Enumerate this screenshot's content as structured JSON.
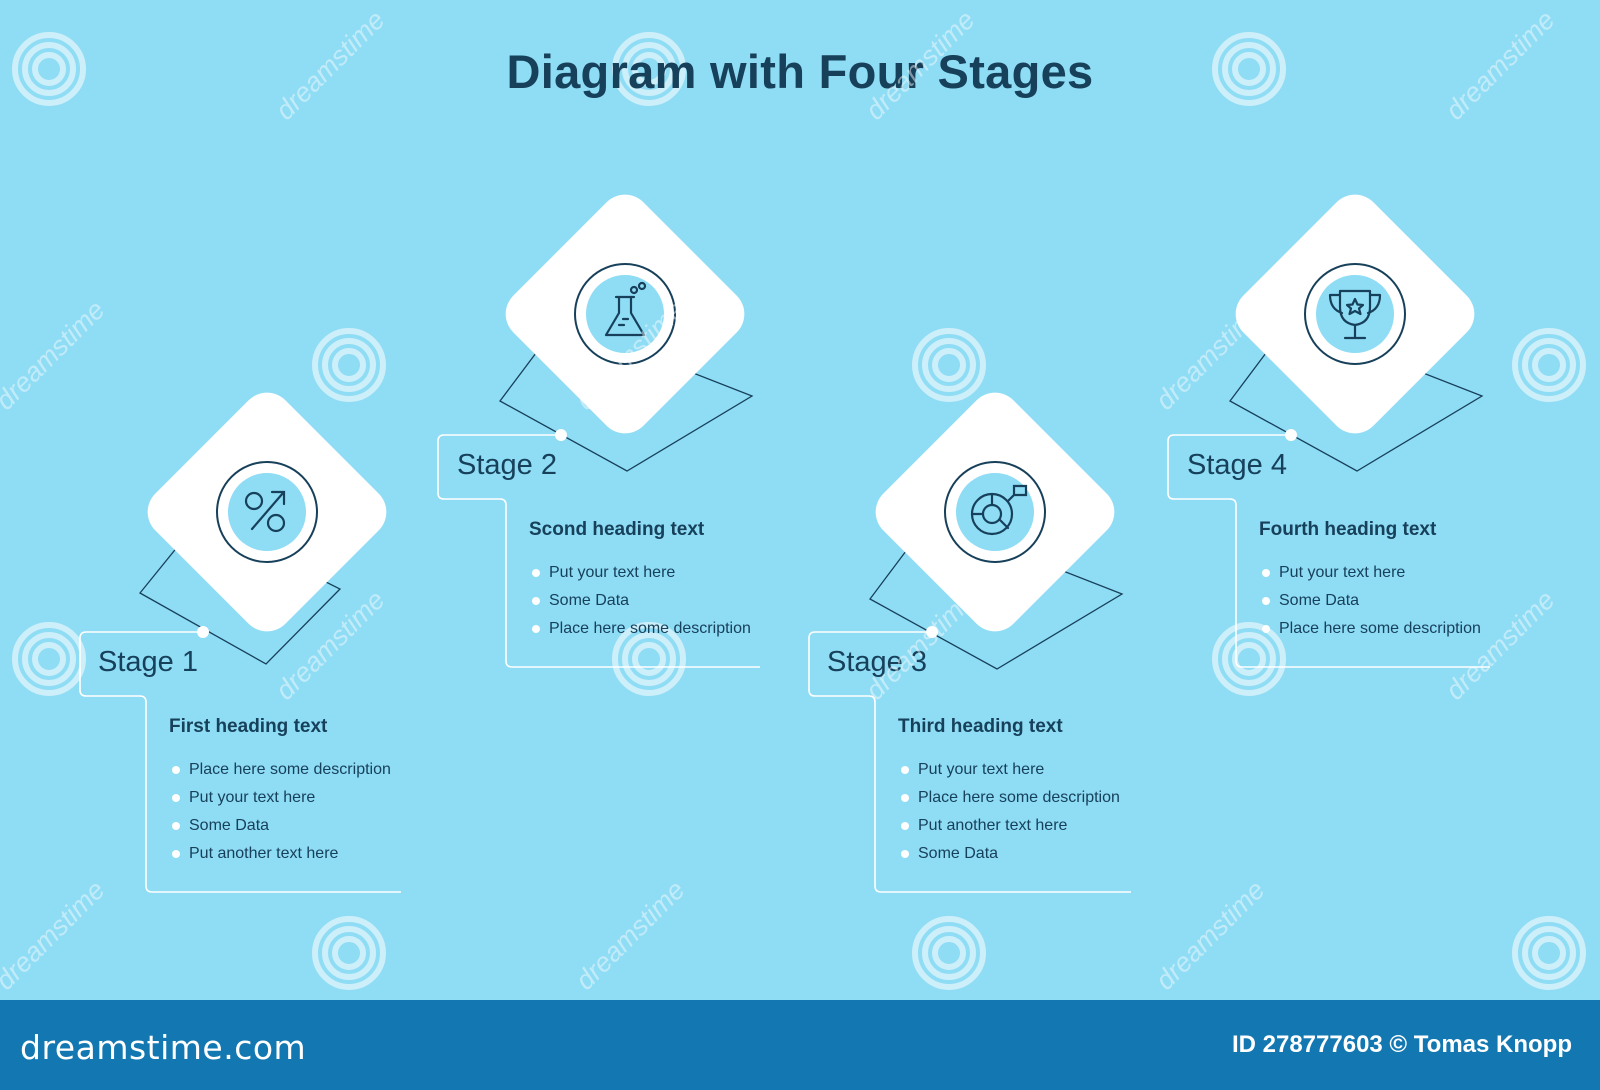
{
  "title": "Diagram with Four Stages",
  "stages": [
    {
      "label": "Stage 1",
      "heading": "First heading text",
      "bullets": [
        "Place here some description",
        "Put your text here",
        "Some Data",
        "Put another text here"
      ],
      "icon": "percent-arrow-icon"
    },
    {
      "label": "Stage 2",
      "heading": "Scond heading text",
      "bullets": [
        "Put your text here",
        "Some Data",
        "Place here some description"
      ],
      "icon": "flask-icon"
    },
    {
      "label": "Stage 3",
      "heading": "Third heading text",
      "bullets": [
        "Put your text here",
        "Place here some description",
        "Put another text here",
        "Some Data"
      ],
      "icon": "ring-chart-icon"
    },
    {
      "label": "Stage 4",
      "heading": "Fourth heading text",
      "bullets": [
        "Put your text here",
        "Some Data",
        "Place here some description"
      ],
      "icon": "trophy-icon"
    }
  ],
  "watermark": {
    "text": "dreamstime",
    "site": "dreamstime.com",
    "credit": "ID 278777603 © Tomas Knopp"
  },
  "colors": {
    "background": "#8fdcf5",
    "text": "#17405a",
    "card": "#ffffff",
    "footer": "#1378b1"
  }
}
